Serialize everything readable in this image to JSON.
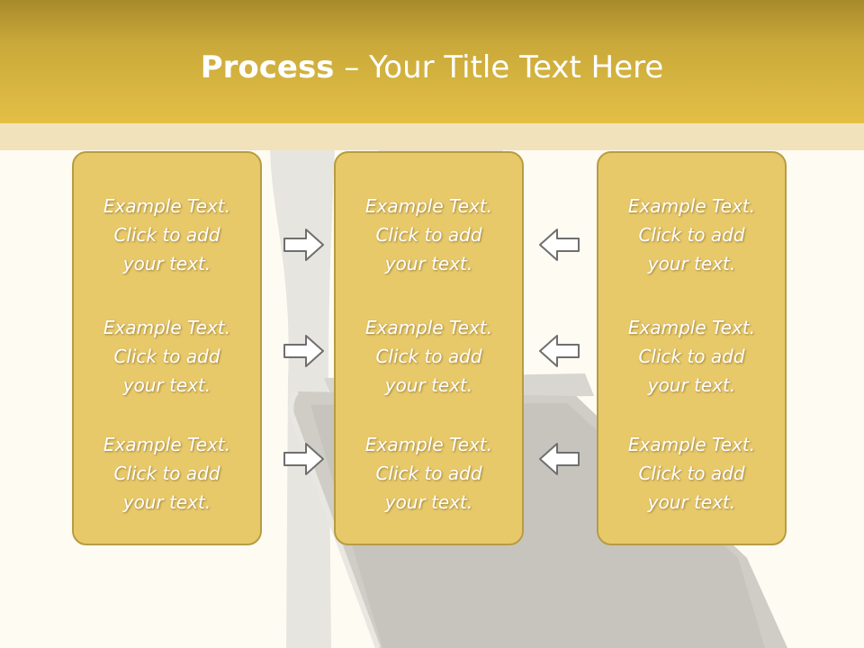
{
  "title": {
    "bold": "Process",
    "rest": " – Your Title Text Here"
  },
  "columns": [
    {
      "blocks": [
        {
          "line1": "Example Text.",
          "line2": "Click  to add",
          "line3": "your text."
        },
        {
          "line1": "Example Text.",
          "line2": "Click  to add",
          "line3": "your text."
        },
        {
          "line1": "Example Text.",
          "line2": "Click  to add",
          "line3": "your text."
        }
      ]
    },
    {
      "blocks": [
        {
          "line1": "Example Text.",
          "line2": "Click  to add",
          "line3": "your text."
        },
        {
          "line1": "Example Text.",
          "line2": "Click  to add",
          "line3": "your text."
        },
        {
          "line1": "Example Text.",
          "line2": "Click  to add",
          "line3": "your text."
        }
      ]
    },
    {
      "blocks": [
        {
          "line1": "Example Text.",
          "line2": "Click  to add",
          "line3": "your text."
        },
        {
          "line1": "Example Text.",
          "line2": "Click  to add",
          "line3": "your text."
        },
        {
          "line1": "Example Text.",
          "line2": "Click  to add",
          "line3": "your text."
        }
      ]
    }
  ],
  "arrows": {
    "left_to_center": "right-arrow-icon",
    "right_to_center": "left-arrow-icon"
  },
  "colors": {
    "header": "#e3bf45",
    "panel": "#e8c96a",
    "panel_border": "#b89c42",
    "background": "#fdfbf2"
  }
}
